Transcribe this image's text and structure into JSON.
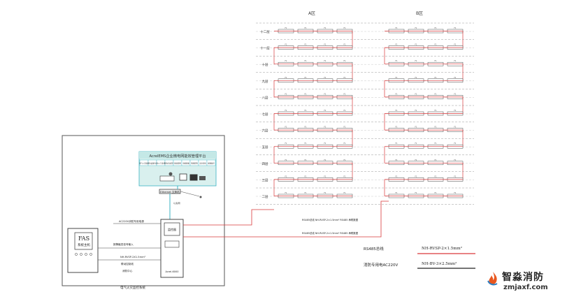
{
  "zones": {
    "a": "A区",
    "b": "B区"
  },
  "floors": [
    "十二层",
    "十一层",
    "十层",
    "九层",
    "八层",
    "七层",
    "六层",
    "五层",
    "四层",
    "三层",
    "二层"
  ],
  "module_label": "F1",
  "platform": {
    "title": "AcrelEMS企业微电网能效管理平台",
    "functions": [
      "电气火灾监控",
      "消防设备电源",
      "防火门监控",
      "消防应急照明",
      "能耗管理",
      "电能质量",
      "智能照明",
      "安全用电",
      "视频监控"
    ]
  },
  "devices": {
    "switch": "Ethernet 交换机",
    "switch_link": "以太网"
  },
  "monitor": {
    "title": "监控器",
    "model": "Acrel-6000"
  },
  "fas": {
    "title": "FAS",
    "subtitle": "系统主机"
  },
  "labels": {
    "ac220": "AC220V消防专用电源",
    "trigger": "报警触发信号输入",
    "cable_nhbv": "NH-RVSP-2X1.5mm²",
    "linkage": "联动控制线",
    "fire_center": "消防中心",
    "bus_top": "RS485总线 NH-RVSP-2×1.5mm² RS485 串联数据",
    "bus_bottom": "RS485总线 NH-RVSP-2×1.5mm² RS485 串联数据",
    "system": "电气火灾监控系统"
  },
  "legend": {
    "rs485": "RS485总线",
    "power": "消防专用电AC220V",
    "rs485_cable": "NH-RVSP-2×1.5mm²",
    "power_cable": "NH-BV-3×2.5mm²"
  },
  "brand": {
    "name": "智淼消防",
    "site": "zmjaxf.com"
  },
  "colors": {
    "bus": "#d9383a",
    "net": "#3bb3c3",
    "line": "#444444",
    "dash": "#999999"
  }
}
